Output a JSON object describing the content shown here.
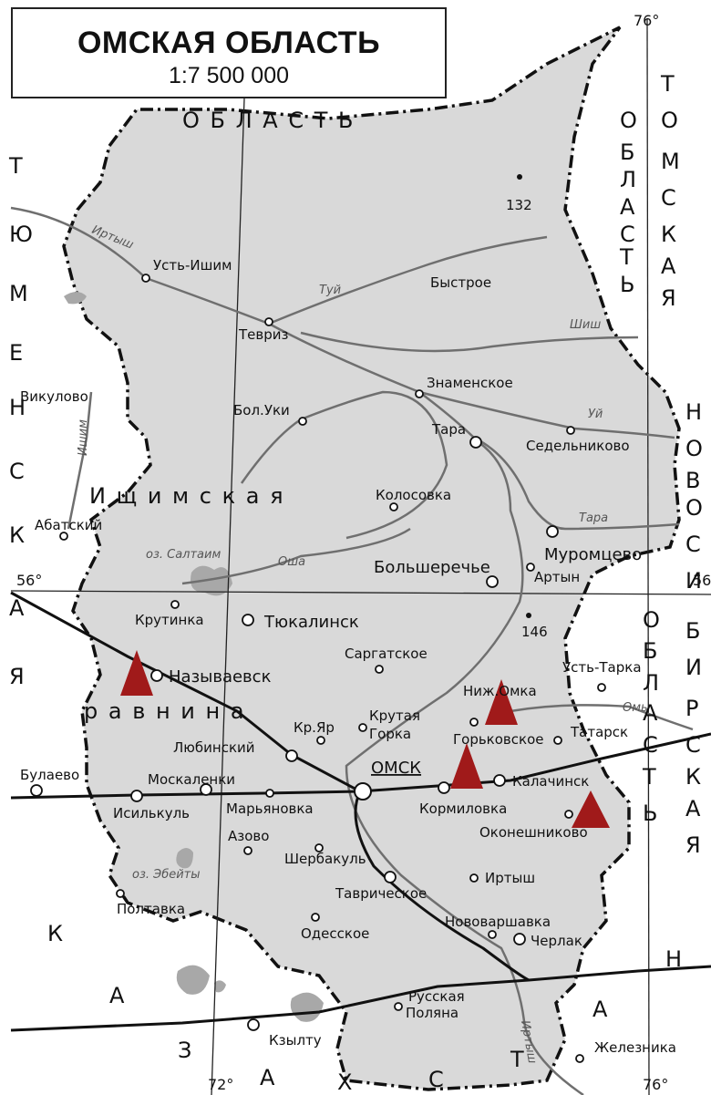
{
  "header": {
    "title": "ОМСКАЯ ОБЛАСТЬ",
    "scale": "1:7 500 000"
  },
  "coords": {
    "lon72_bottom": "72°",
    "lon76_top": "76°",
    "lon76_bottom": "76°",
    "lat56_left": "56°",
    "lat56_right": "56"
  },
  "regions": {
    "tyumen_letters": [
      "Т",
      "Ю",
      "М",
      "Е",
      "Н",
      "С",
      "К",
      "А",
      "Я"
    ],
    "tomsk_letters": [
      "Т",
      "О",
      "М",
      "С",
      "К",
      "А",
      "Я"
    ],
    "oblast_vertical_letters": [
      "О",
      "Б",
      "Л",
      "А",
      "С",
      "Т",
      "Ь"
    ],
    "oblast_top": "О Б Л А С Т Ь",
    "novosib_letters": [
      "Н",
      "О",
      "В",
      "О",
      "С",
      "И",
      "Б",
      "И",
      "Р",
      "С",
      "К",
      "А",
      "Я"
    ],
    "oblast_right_letters": [
      "О",
      "Б",
      "Л",
      "А",
      "С",
      "Т",
      "Ь"
    ],
    "ishim_plain_1": "И  щ  и  м  с  к  а  я",
    "ishim_plain_2": "р а в н и н а",
    "kaz_letters": [
      "К",
      "А",
      "З",
      "А",
      "Х",
      "С",
      "Т",
      "А",
      "Н"
    ]
  },
  "cities": {
    "ust_ishim": "Усть-Ишим",
    "tevriz": "Тевриз",
    "bystroe": "Быстрое",
    "znamenskoe": "Знаменское",
    "vikulovo": "Викулово",
    "bol_uki": "Бол.Уки",
    "tara": "Тара",
    "sedelnikovo": "Седельниково",
    "kolosovka": "Колосовка",
    "abatsky": "Абатский",
    "muromtsevo": "Муромцево",
    "bolsherechye": "Большеречье",
    "artyn": "Артын",
    "krutinka": "Крутинка",
    "tyukalinsk": "Тюкалинск",
    "sargatskoe": "Саргатское",
    "ust_tarka": "Усть-Тарка",
    "nazyvaevsk": "Называевск",
    "nizh_omka": "Ниж.Омка",
    "kr_yar": "Кр.Яр",
    "krutaya": "Крутая",
    "gorka": "Горка",
    "gorkovskoe": "Горьковское",
    "tatarsk": "Татарск",
    "lyubinsky": "Любинский",
    "omsk": "ОМСК",
    "bulaevo": "Булаево",
    "moskalenki": "Москаленки",
    "kalachinsk": "Калачинск",
    "isilkul": "Исилькуль",
    "maryanovka": "Марьяновка",
    "kormilovka": "Кормиловка",
    "okoneshnikovo": "Оконешниково",
    "azovo": "Азово",
    "sherbakul": "Шербакуль",
    "irtysh_town": "Иртыш",
    "tavricheskoe": "Таврическое",
    "poltavka": "Полтавка",
    "novovarshavka": "Нововаршавка",
    "cherlak": "Черлак",
    "odesskoe": "Одесское",
    "russkaya": "Русская",
    "polyana": "Поляна",
    "kzyltu": "Кзылту",
    "zheleznika": "Железника"
  },
  "rivers": {
    "irtysh_n": "Иртыш",
    "tuy_1": "Туй",
    "shish": "Шиш",
    "uy": "Уй",
    "tara_r": "Тара",
    "osha": "Оша",
    "ishim": "Ишим",
    "om": "Омь",
    "irtysh_s": "Иртыш"
  },
  "lakes": {
    "saltaim": "оз. Салтаим",
    "ebeyty": "оз. Эбейты"
  },
  "elevations": {
    "e132": "132",
    "e146": "146"
  },
  "colors": {
    "territory": "#d9d9d9",
    "background": "#ffffff",
    "river": "#6f6f6f",
    "marker": "#a01a1a",
    "border": "#111111"
  }
}
